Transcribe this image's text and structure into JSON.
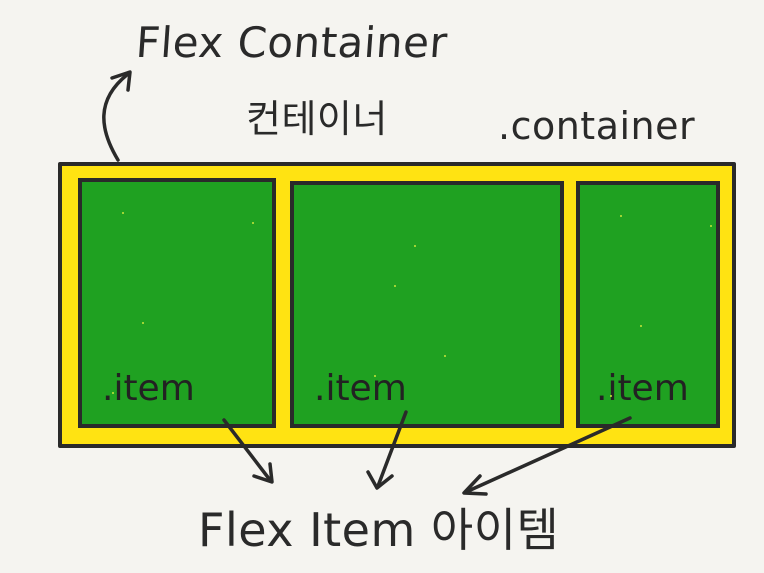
{
  "labels": {
    "flex_container_en": "Flex Container",
    "flex_container_ko": "컨테이너",
    "container_class": ".container",
    "bottom_label": "Flex Item 아이템"
  },
  "items": [
    {
      "label": ".item"
    },
    {
      "label": ".item"
    },
    {
      "label": ".item"
    }
  ],
  "colors": {
    "background": "#f5f4f0",
    "container_fill": "#ffe312",
    "item_fill": "#1fa121",
    "stroke": "#2a2a2a"
  }
}
